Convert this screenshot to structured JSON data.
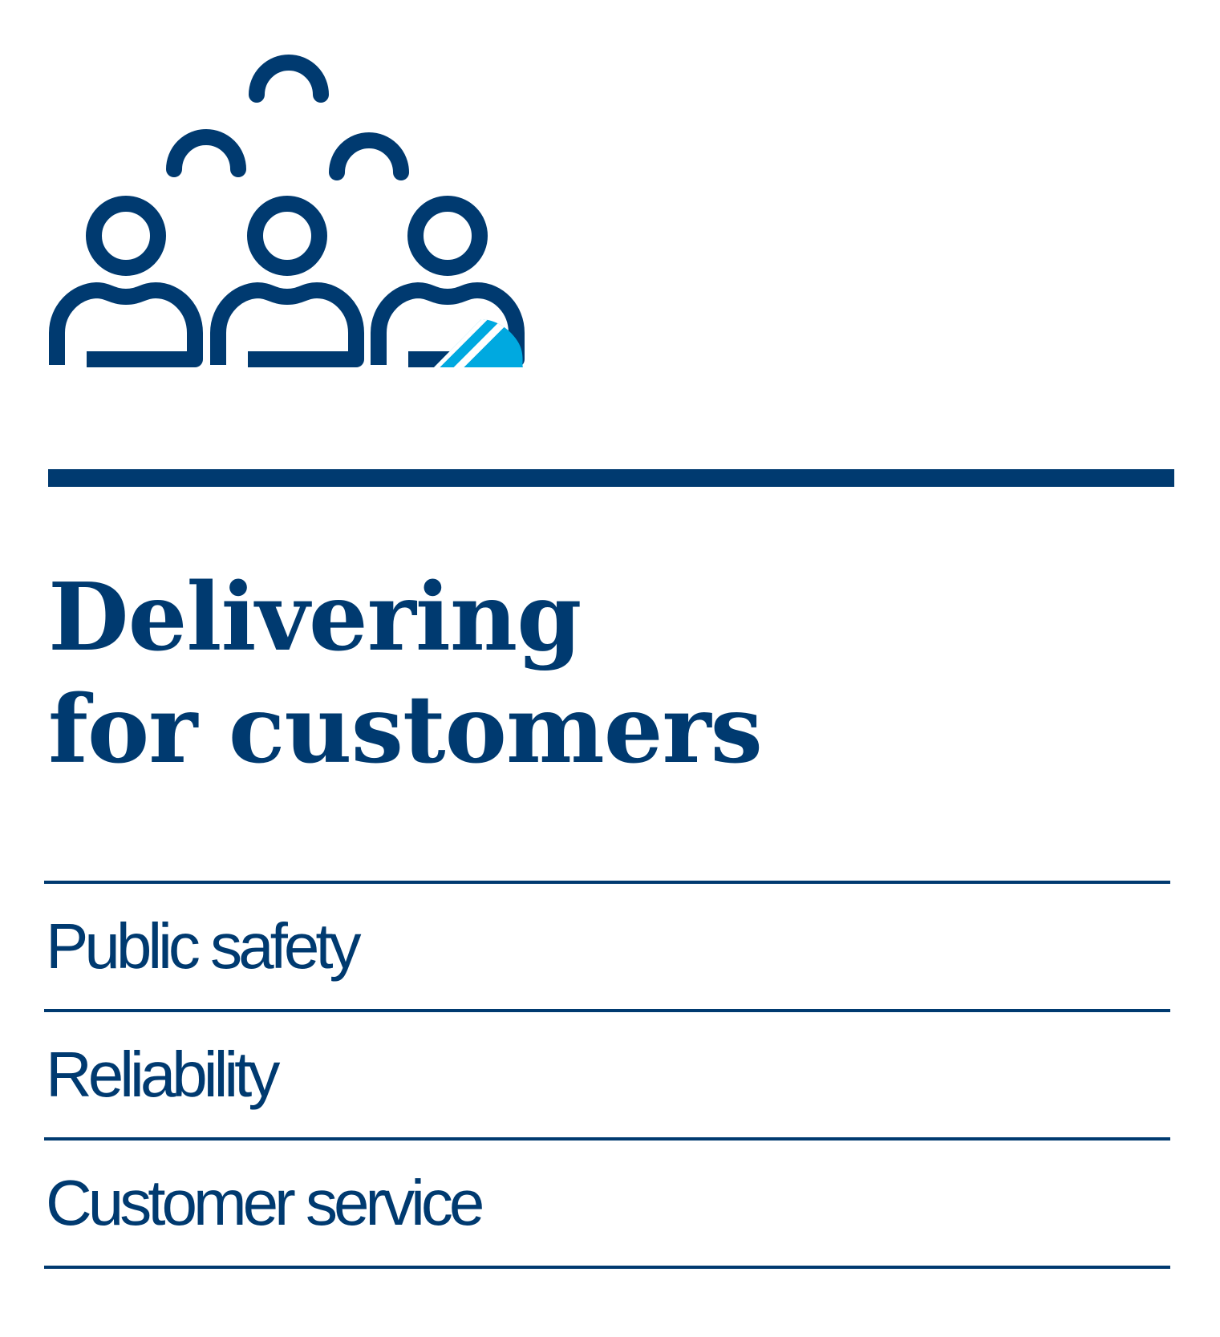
{
  "headline": {
    "line1": "Delivering",
    "line2": "for customers"
  },
  "items": [
    {
      "label": "Public safety"
    },
    {
      "label": "Reliability"
    },
    {
      "label": "Customer service"
    }
  ],
  "icons": {
    "group": "people-group-icon"
  },
  "colors": {
    "primary": "#003a70",
    "accent": "#00a9e0"
  }
}
